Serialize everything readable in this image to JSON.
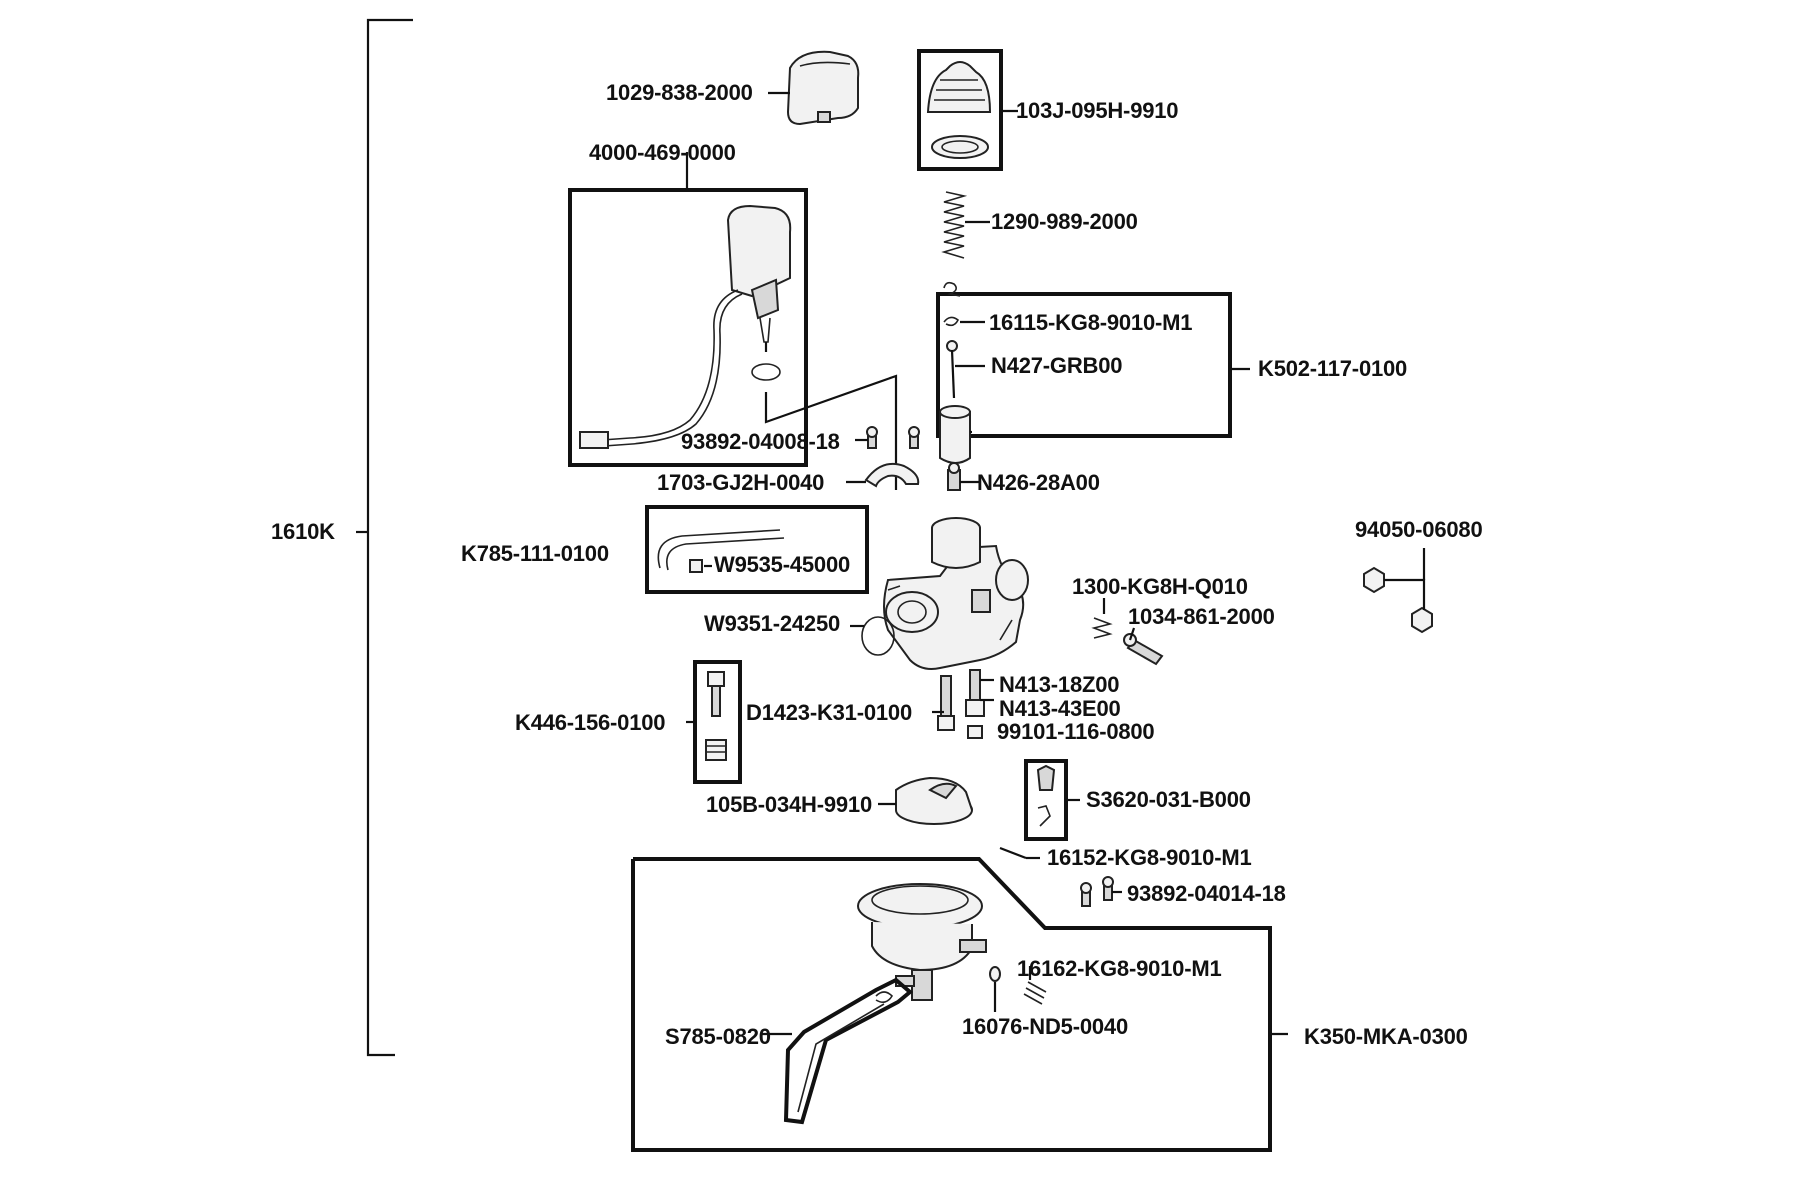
{
  "diagram": {
    "assembly_label": "1610K",
    "parts": [
      {
        "key": "p1029",
        "number": "1029-838-2000"
      },
      {
        "key": "p103j",
        "number": "103J-095H-9910"
      },
      {
        "key": "p4000",
        "number": "4000-469-0000"
      },
      {
        "key": "p1290",
        "number": "1290-989-2000"
      },
      {
        "key": "p16115",
        "number": "16115-KG8-9010-M1"
      },
      {
        "key": "pN427",
        "number": "N427-GRB00"
      },
      {
        "key": "pK502",
        "number": "K502-117-0100"
      },
      {
        "key": "p93892a",
        "number": "93892-04008-18"
      },
      {
        "key": "p1703",
        "number": "1703-GJ2H-0040"
      },
      {
        "key": "pN426",
        "number": "N426-28A00"
      },
      {
        "key": "p94050",
        "number": "94050-06080"
      },
      {
        "key": "pK785",
        "number": "K785-111-0100"
      },
      {
        "key": "pW9535",
        "number": "W9535-45000"
      },
      {
        "key": "p1300",
        "number": "1300-KG8H-Q010"
      },
      {
        "key": "p1034",
        "number": "1034-861-2000"
      },
      {
        "key": "pW9351",
        "number": "W9351-24250"
      },
      {
        "key": "pN413a",
        "number": "N413-18Z00"
      },
      {
        "key": "pN413b",
        "number": "N413-43E00"
      },
      {
        "key": "pK446",
        "number": "K446-156-0100"
      },
      {
        "key": "pD1423",
        "number": "D1423-K31-0100"
      },
      {
        "key": "p99101",
        "number": "99101-116-0800"
      },
      {
        "key": "pS3620",
        "number": "S3620-031-B000"
      },
      {
        "key": "p105b",
        "number": "105B-034H-9910"
      },
      {
        "key": "p16152",
        "number": "16152-KG8-9010-M1"
      },
      {
        "key": "p93892b",
        "number": "93892-04014-18"
      },
      {
        "key": "p16162",
        "number": "16162-KG8-9010-M1"
      },
      {
        "key": "p16076",
        "number": "16076-ND5-0040"
      },
      {
        "key": "pS785",
        "number": "S785-0820"
      },
      {
        "key": "pK350",
        "number": "K350-MKA-0300"
      }
    ]
  }
}
